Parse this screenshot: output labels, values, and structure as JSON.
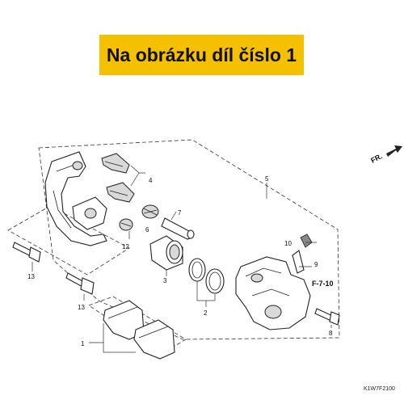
{
  "banner": {
    "text": "Na obrázku díl číslo 1",
    "background": "#f5c000"
  },
  "diagram": {
    "direction_label": "FR.",
    "reference_label": "F-7-10",
    "diagram_code": "K1W7F2100",
    "callouts": {
      "c1": "1",
      "c2": "2",
      "c3": "3",
      "c4": "4",
      "c5": "5",
      "c6": "6",
      "c7": "7",
      "c8": "8",
      "c9": "9",
      "c10": "10",
      "c12": "12",
      "c13a": "13",
      "c13b": "13"
    }
  }
}
